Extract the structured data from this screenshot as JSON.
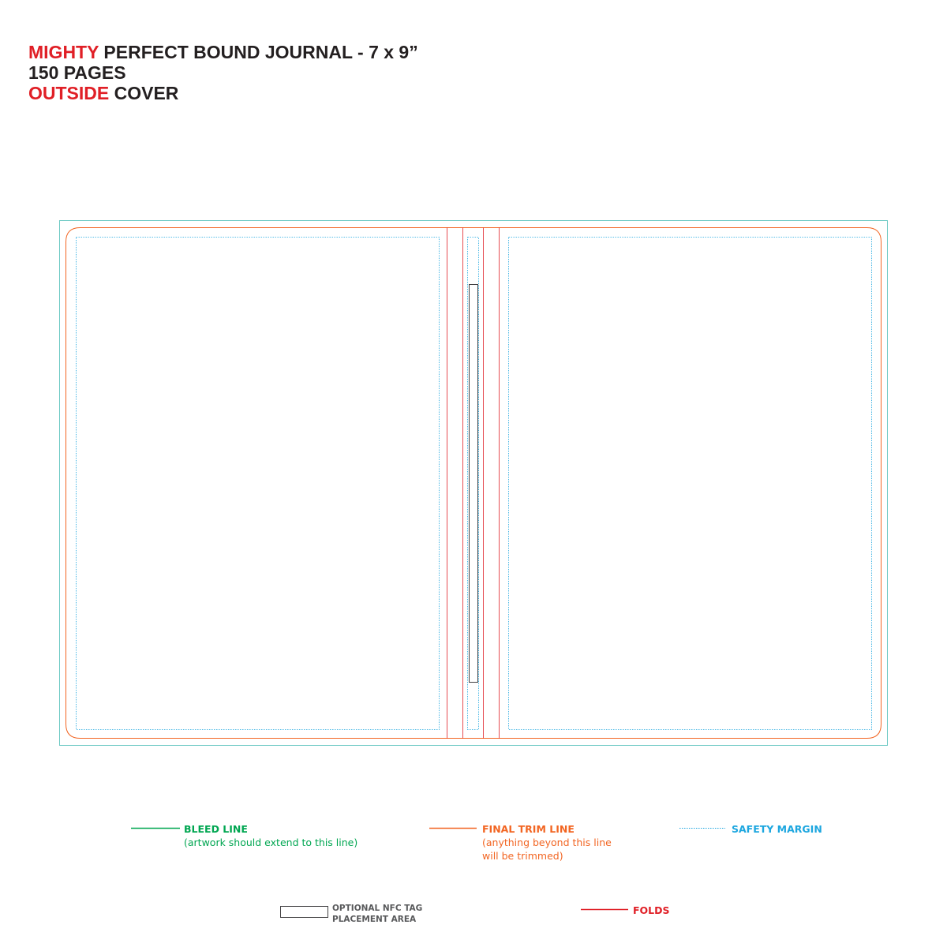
{
  "header": {
    "line1": {
      "accent": "MIGHTY",
      "rest": " PERFECT BOUND JOURNAL - 7 x 9”"
    },
    "line2": "150 PAGES",
    "line3": {
      "accent": "OUTSIDE",
      "rest": " COVER"
    }
  },
  "legend": {
    "bleed": {
      "label": "BLEED LINE",
      "note": "(artwork should extend to this line)",
      "color": "#00a651"
    },
    "trim": {
      "label": "FINAL TRIM LINE",
      "note1": "(anything beyond this line",
      "note2": "will be trimmed)",
      "color": "#f26522"
    },
    "safety": {
      "label": "SAFETY MARGIN",
      "color": "#1ca6df"
    },
    "nfc": {
      "line1": "OPTIONAL NFC TAG",
      "line2": "PLACEMENT AREA",
      "color": "#414042"
    },
    "folds": {
      "label": "FOLDS",
      "color": "#e01f26"
    }
  },
  "colors": {
    "bleed_outline": "#6dc9c4",
    "trim_outline": "#f26522",
    "safety_outline": "#1ca6df",
    "fold_line": "#e01f26",
    "accent": "#e01f26"
  }
}
